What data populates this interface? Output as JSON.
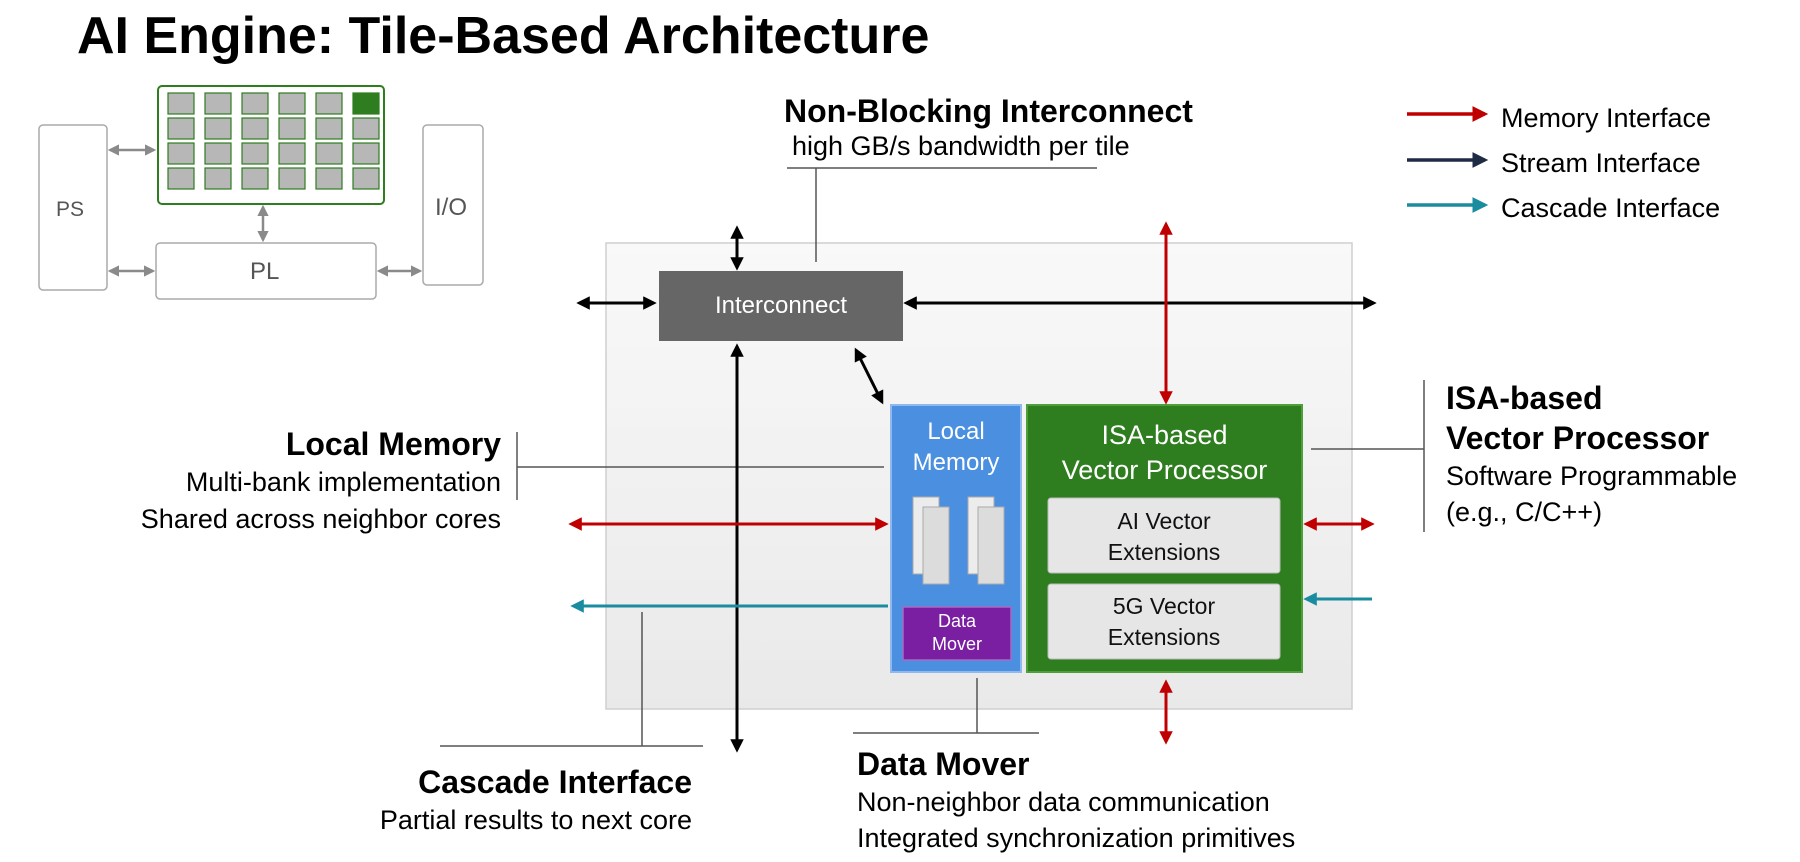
{
  "title": "AI Engine: Tile-Based Architecture",
  "colors": {
    "memory": "#c00000",
    "stream": "#1f2b44",
    "cascade": "#1a8ca0",
    "interconnect_box": "#666666",
    "local_memory_box": "#4a8fe0",
    "vector_box": "#2e7d1e",
    "data_mover_box": "#7a1fa2",
    "tile_gray": "#b7b7b7",
    "tile_green": "#2e7d1e"
  },
  "thumbnail": {
    "ps": "PS",
    "io": "I/O",
    "pl": "PL"
  },
  "legend": [
    {
      "label": "Memory Interface",
      "color_key": "memory"
    },
    {
      "label": "Stream Interface",
      "color_key": "stream"
    },
    {
      "label": "Cascade Interface",
      "color_key": "cascade"
    }
  ],
  "blocks": {
    "interconnect": "Interconnect",
    "local_memory": [
      "Local",
      "Memory"
    ],
    "vector_processor": [
      "ISA-based",
      "Vector Processor"
    ],
    "ai_ext": [
      "AI Vector",
      "Extensions"
    ],
    "fiveg_ext": [
      "5G Vector",
      "Extensions"
    ],
    "data_mover": [
      "Data",
      "Mover"
    ]
  },
  "callouts": {
    "non_blocking": {
      "title": "Non-Blocking Interconnect",
      "lines": [
        "high GB/s bandwidth per tile"
      ]
    },
    "local_memory": {
      "title": "Local Memory",
      "lines": [
        "Multi-bank implementation",
        "Shared across neighbor cores"
      ]
    },
    "isa": {
      "title": [
        "ISA-based",
        "Vector Processor"
      ],
      "lines": [
        "Software Programmable",
        "(e.g., C/C++)"
      ]
    },
    "cascade": {
      "title": "Cascade Interface",
      "lines": [
        "Partial results to next core"
      ]
    },
    "data_mover": {
      "title": "Data Mover",
      "lines": [
        "Non-neighbor data communication",
        "Integrated synchronization primitives"
      ]
    }
  }
}
